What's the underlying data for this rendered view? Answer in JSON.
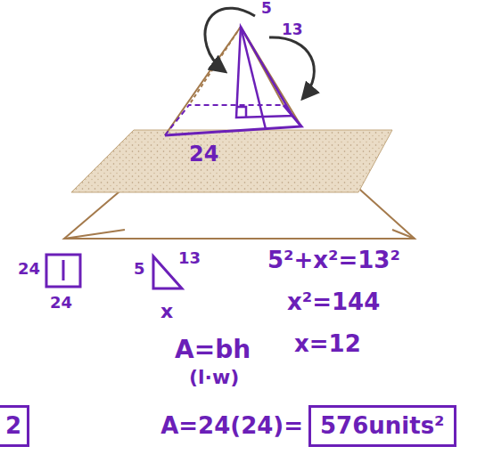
{
  "diagram": {
    "nodes": [
      {
        "text": [
          "2"
        ]
      },
      {
        "text": [
          "576units²"
        ]
      }
    ],
    "labels": [
      "5",
      "13",
      "24",
      "24",
      "24",
      "5",
      "13",
      "x",
      "5²+x²=13²",
      "x²=144",
      "x=12",
      "A=bh",
      "(l·w)",
      "A=24(24)="
    ]
  }
}
